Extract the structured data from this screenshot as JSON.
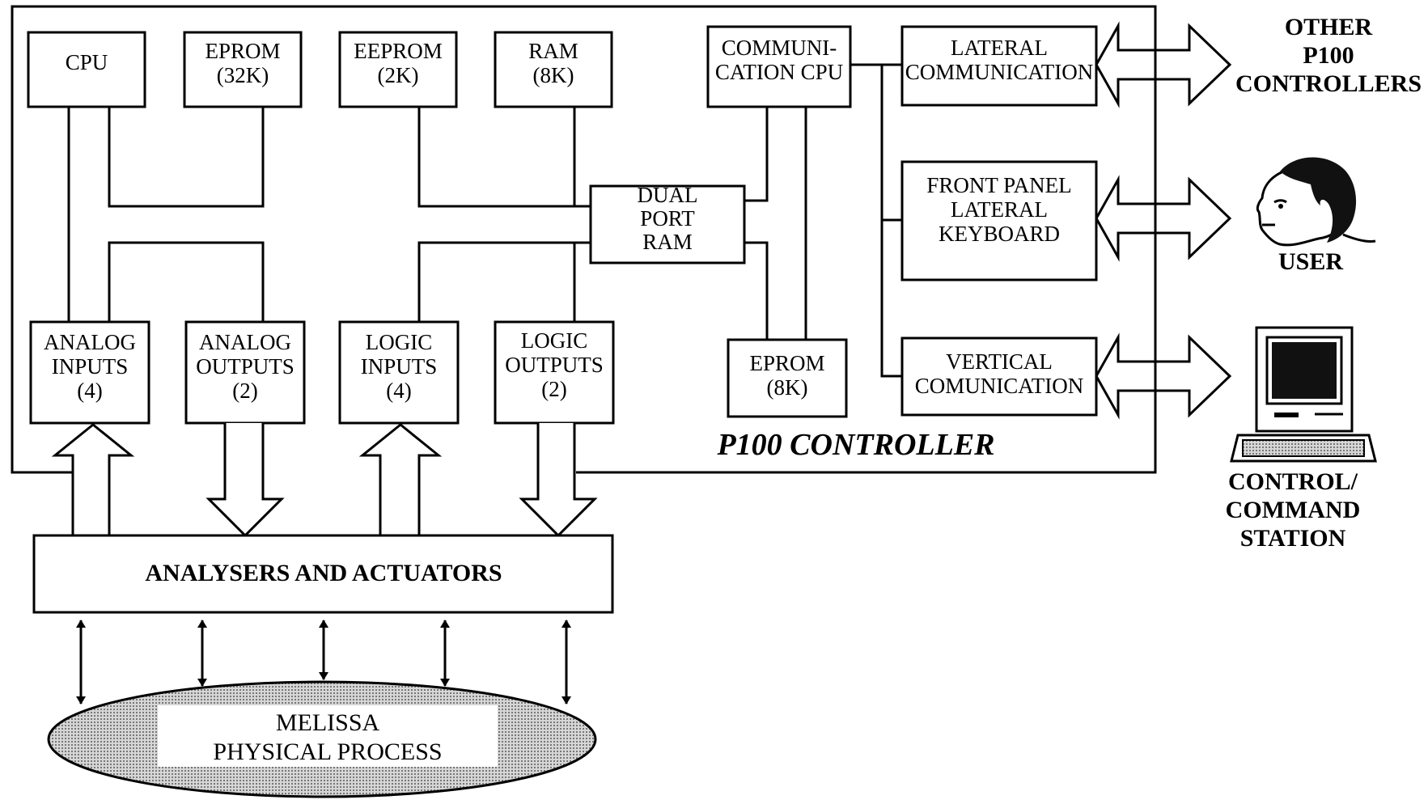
{
  "controller_label": "P100 CONTROLLER",
  "blocks": {
    "cpu": [
      "CPU"
    ],
    "eprom32": [
      "EPROM",
      "(32K)"
    ],
    "eeprom": [
      "EEPROM",
      "(2K)"
    ],
    "ram": [
      "RAM",
      "(8K)"
    ],
    "comm_cpu": [
      "COMMUNI-",
      "CATION CPU"
    ],
    "dual_port_ram": [
      "DUAL",
      "PORT",
      "RAM"
    ],
    "eprom8": [
      "EPROM",
      "(8K)"
    ],
    "analog_inputs": [
      "ANALOG",
      "INPUTS",
      "(4)"
    ],
    "analog_outputs": [
      "ANALOG",
      "OUTPUTS",
      "(2)"
    ],
    "logic_inputs": [
      "LOGIC",
      "INPUTS",
      "(4)"
    ],
    "logic_outputs": [
      "LOGIC",
      "OUTPUTS",
      "(2)"
    ],
    "lateral_comm": [
      "LATERAL",
      "COMMUNICATION"
    ],
    "front_panel": [
      "FRONT PANEL",
      "LATERAL",
      "KEYBOARD"
    ],
    "vertical_comm": [
      "VERTICAL",
      "COMUNICATION"
    ],
    "analysers": [
      "ANALYSERS AND ACTUATORS"
    ],
    "process": [
      "MELISSA",
      "PHYSICAL PROCESS"
    ]
  },
  "external": {
    "other": [
      "OTHER",
      "P100",
      "CONTROLLERS"
    ],
    "user": [
      "USER"
    ],
    "station": [
      "CONTROL/",
      "COMMAND",
      "STATION"
    ]
  }
}
